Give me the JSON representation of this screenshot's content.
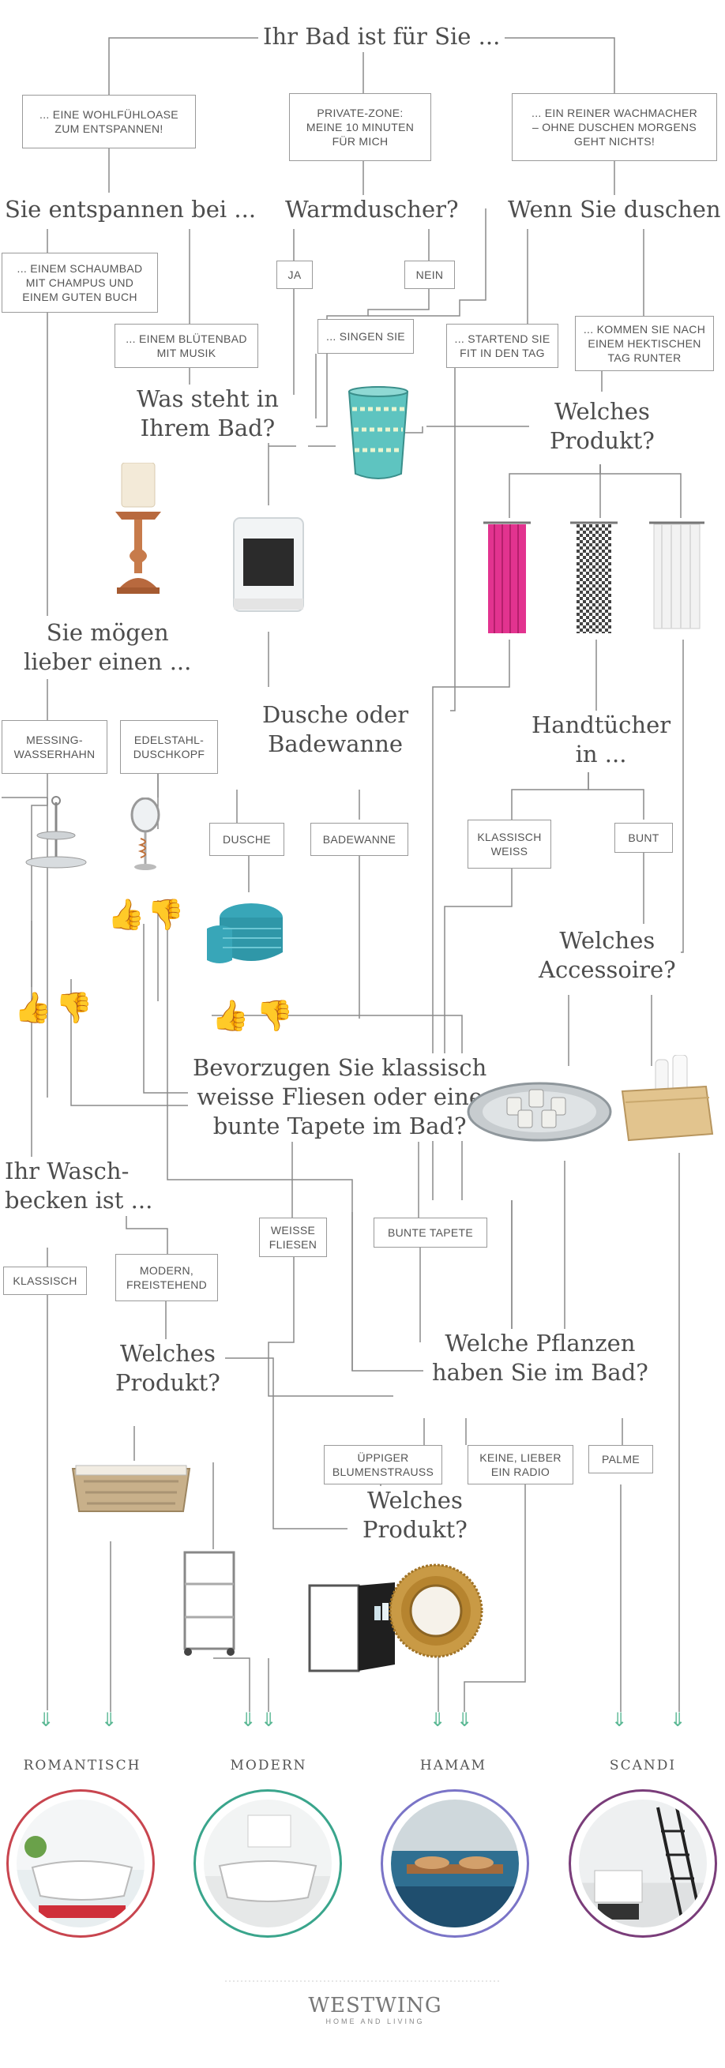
{
  "questions": {
    "q_main": "Ihr Bad ist für Sie ...",
    "q_relax": "Sie entspannen bei ...",
    "q_warm": "Warmduscher?",
    "q_shower": "Wenn Sie duschen ...",
    "q_bath_line1": "Was steht in",
    "q_bath_line2": "Ihrem Bad?",
    "q_product_a_line1": "Welches",
    "q_product_a_line2": "Produkt?",
    "q_prefer_line1": "Sie mögen",
    "q_prefer_line2": "lieber einen ...",
    "q_tub_line1": "Dusche oder",
    "q_tub_line2": "Badewanne",
    "q_towels_line1": "Handtücher",
    "q_towels_line2": "in ...",
    "q_accessory_line1": "Welches",
    "q_accessory_line2": "Accessoire?",
    "q_tiles_line1": "Bevorzugen Sie klassisch",
    "q_tiles_line2": "weisse Fliesen oder eine",
    "q_tiles_line3": "bunte Tapete im Bad?",
    "q_sink_line1": "Ihr Wasch-",
    "q_sink_line2": "becken ist ...",
    "q_product_b_line1": "Welches",
    "q_product_b_line2": "Produkt?",
    "q_plants_line1": "Welche Pflanzen",
    "q_plants_line2": "haben Sie im Bad?",
    "q_product_c_line1": "Welches",
    "q_product_c_line2": "Produkt?"
  },
  "answers": {
    "wellness": "... EINE WOHLFÜHLOASE\nZUM ENTSPANNEN!",
    "private": "PRIVATE-ZONE:\nMEINE 10 MINUTEN\nFÜR MICH",
    "wake": "... EIN REINER WACHMACHER\n– OHNE DUSCHEN MORGENS\nGEHT NICHTS!",
    "foam": "... EINEM SCHAUMBAD\nMIT CHAMPUS UND\nEINEM GUTEN BUCH",
    "ja": "JA",
    "nein": "NEIN",
    "blossom": "... EINEM BLÜTENBAD\nMIT MUSIK",
    "sing": "... SINGEN SIE",
    "fit": "... STARTEND SIE\nFIT IN DEN TAG",
    "calm": "... KOMMEN SIE NACH\nEINEM HEKTISCHEN\nTAG RUNTER",
    "brass": "MESSING-\nWASSERHAHN",
    "steel": "EDELSTAHL-\nDUSCHKOPF",
    "dusche": "DUSCHE",
    "badewanne": "BADEWANNE",
    "klassisch_weiss": "KLASSISCH\nWEISS",
    "bunt": "BUNT",
    "weisse_fliesen": "WEISSE\nFLIESEN",
    "bunte_tapete": "BUNTE TAPETE",
    "klassisch": "KLASSISCH",
    "modern": "MODERN,\nFREISTEHEND",
    "bouquet": "ÜPPIGER\nBLUMENSTRAUSS",
    "radio": "KEINE, LIEBER\nEIN RADIO",
    "palme": "PALME"
  },
  "results": {
    "romantisch": "ROMANTISCH",
    "modern": "MODERN",
    "hamam": "HAMAM",
    "scandi": "SCANDI"
  },
  "icons": {
    "thumb_up": "👍",
    "thumb_down": "👎",
    "arrow": "⇓"
  },
  "colors": {
    "line": "#8a8a8a",
    "arrow": "#5ab894",
    "romantisch": "#c8454f",
    "modern": "#3aa58c",
    "hamam": "#7a74c7",
    "scandi": "#7a3d7a",
    "curtain_pink": "#e2338f",
    "turquoise": "#38a6b8"
  },
  "brand": {
    "name": "WESTWING",
    "tagline": "HOME AND LIVING"
  }
}
